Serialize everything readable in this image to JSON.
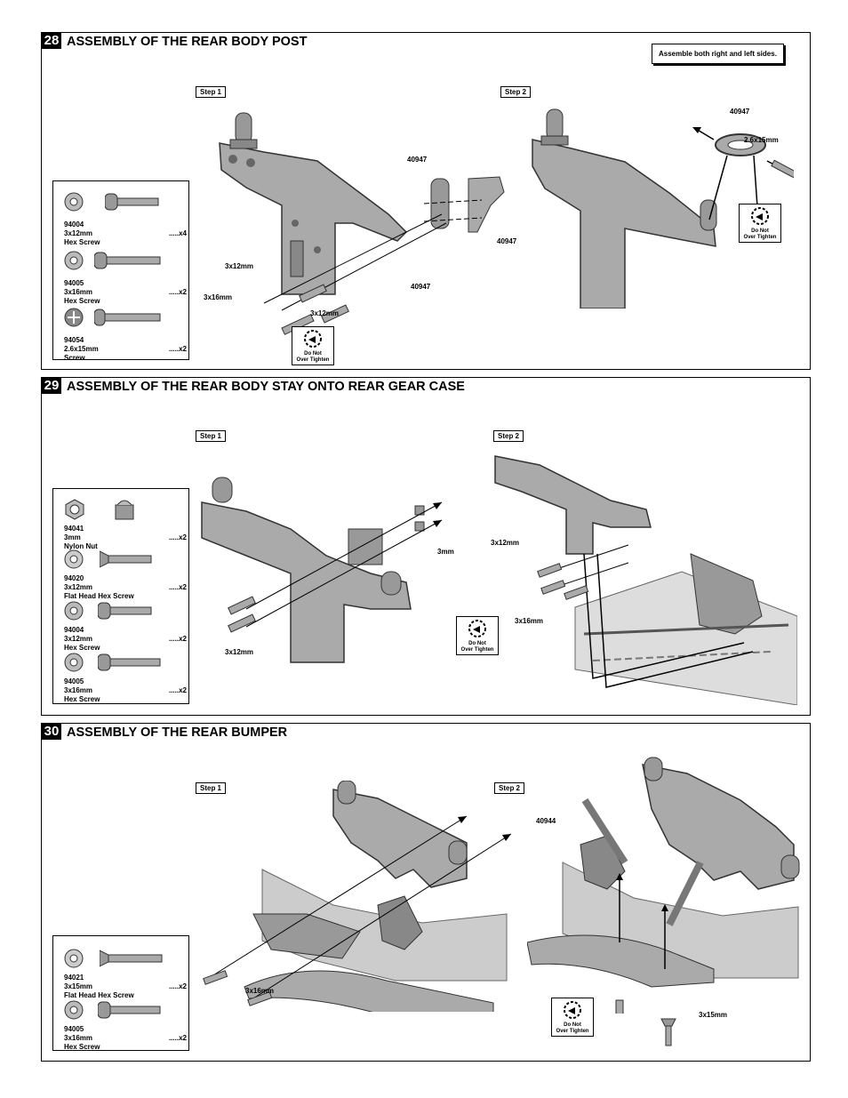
{
  "s28": {
    "number": "28",
    "title": "ASSEMBLY OF THE REAR BODY POST",
    "note": "Assemble both right and left sides.",
    "step1": "Step 1",
    "step2": "Step 2",
    "parts": [
      {
        "code": "94004",
        "size": "3x12mm",
        "qty": ".....x4",
        "desc": "Hex Screw"
      },
      {
        "code": "94005",
        "size": "3x16mm",
        "qty": ".....x2",
        "desc": "Hex Screw"
      },
      {
        "code": "94054",
        "size": "2.6x15mm",
        "qty": ".....x2",
        "desc": "Screw"
      }
    ],
    "labels": {
      "a": "40947",
      "b": "40947",
      "c": "40947",
      "d": "40947",
      "e": "2.6x15mm",
      "f": "3x12mm",
      "g": "3x16mm",
      "h": "3x12mm"
    },
    "do_not_1": "Do Not",
    "over_tighten_1": "Over Tighten",
    "do_not_2": "Do Not",
    "over_tighten_2": "Over Tighten"
  },
  "s29": {
    "number": "29",
    "title": "ASSEMBLY OF THE REAR BODY STAY ONTO REAR GEAR CASE",
    "step1": "Step 1",
    "step2": "Step 2",
    "parts": [
      {
        "code": "94041",
        "size": "3mm",
        "qty": ".....x2",
        "desc": "Nylon Nut"
      },
      {
        "code": "94020",
        "size": "3x12mm",
        "qty": ".....x2",
        "desc": "Flat Head Hex Screw"
      },
      {
        "code": "94004",
        "size": "3x12mm",
        "qty": ".....x2",
        "desc": "Hex Screw"
      },
      {
        "code": "94005",
        "size": "3x16mm",
        "qty": ".....x2",
        "desc": "Hex Screw"
      }
    ],
    "labels": {
      "a": "3mm",
      "b": "3x12mm",
      "c": "3x12mm",
      "d": "3x16mm"
    },
    "do_not": "Do Not",
    "over_tighten": "Over Tighten"
  },
  "s30": {
    "number": "30",
    "title": "ASSEMBLY OF THE REAR BUMPER",
    "step1": "Step 1",
    "step2": "Step 2",
    "parts": [
      {
        "code": "94021",
        "size": "3x15mm",
        "qty": ".....x2",
        "desc": "Flat Head Hex Screw"
      },
      {
        "code": "94005",
        "size": "3x16mm",
        "qty": ".....x2",
        "desc": "Hex Screw"
      }
    ],
    "labels": {
      "a": "40944",
      "b": "3x16mm",
      "c": "3x15mm"
    },
    "do_not": "Do Not",
    "over_tighten": "Over Tighten"
  }
}
